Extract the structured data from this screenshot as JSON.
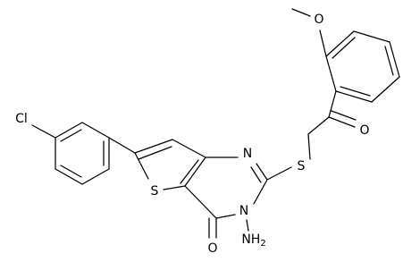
{
  "molecule": {
    "atoms": {
      "chlorine": "Cl",
      "sulfur_thiophene": "S",
      "sulfur_thioether": "S",
      "nitrogen_ring_upper": "N",
      "nitrogen_ring_lower": "N",
      "amino": "NH",
      "amino_subscript": "2",
      "carbonyl_oxygen_ring": "O",
      "carbonyl_oxygen_ketone": "O",
      "methoxy_oxygen": "O"
    }
  },
  "colors": {
    "bond": "#000000",
    "background": "#ffffff"
  }
}
